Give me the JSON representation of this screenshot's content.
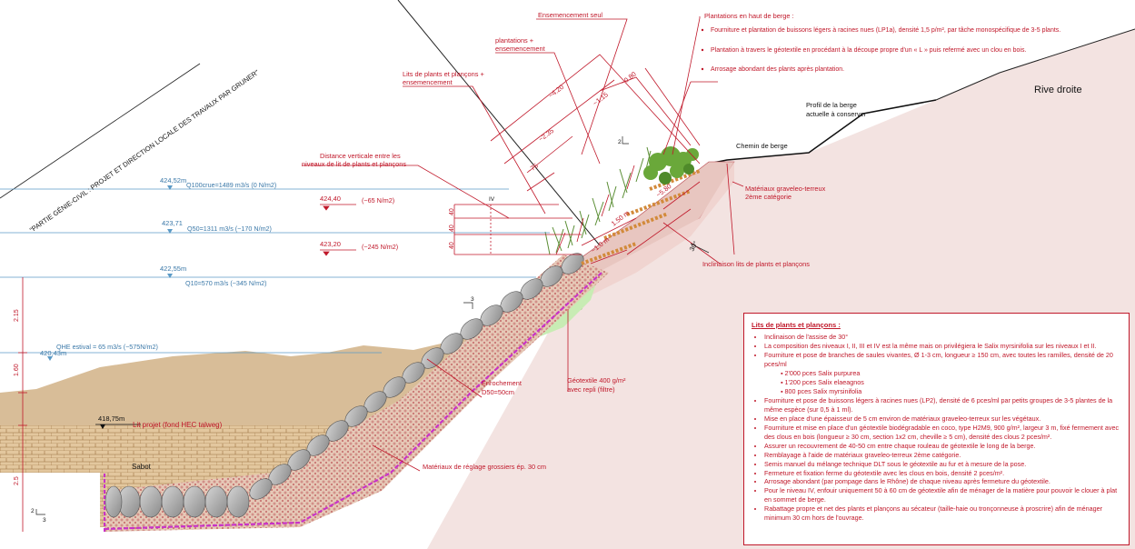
{
  "titles": {
    "diagonal": "\"PARTIE GÉNIE-CIVIL : PROJET ET DIRECTION LOCALE DES TRAVAUX PAR GRUNER\"",
    "rive": "Rive droite"
  },
  "water_levels": [
    {
      "elev": "424,52m",
      "label": "Q100crue=1489 m3/s (0 N/m2)"
    },
    {
      "elev": "423,71",
      "label": "Q50=1311 m3/s (~170 N/m2)"
    },
    {
      "elev": "422,55m",
      "label": "Q10=570 m3/s (~345 N/m2)"
    },
    {
      "elev": "420,43m",
      "label": "QHE estival = 65 m3/s (~575N/m2)"
    }
  ],
  "level_marks": [
    {
      "elev": "424,40",
      "label": "(~65 N/m2)"
    },
    {
      "elev": "423,20",
      "label": "(~245 N/m2)"
    }
  ],
  "bed": {
    "elev": "418,75m",
    "label": "Lit projet (fond HEC talweg)"
  },
  "callouts": {
    "ensemencement_seul": "Ensemencement seul",
    "plantations_ens_1": "plantations +",
    "plantations_ens_2": "ensemencement",
    "lits_ens_1": "Lits de plants et plançons +",
    "lits_ens_2": "ensemencement",
    "distance_1": "Distance verticale entre les",
    "distance_2": "niveaux de lit de plants et plançons",
    "profil_1": "Profil de la berge",
    "profil_2": "actuelle à conserver",
    "chemin": "Chemin de berge",
    "materiaux_gravelo_1": "Matériaux graveleo-terreux",
    "materiaux_gravelo_2": "2ème catégorie",
    "inclinaison": "Inclinaison lits de plants et plançons",
    "angle": "30°",
    "enrochement_1": "Enrochement",
    "enrochement_2": "D50=50cm",
    "geotextile_1": "Géotextile 400 g/m²",
    "geotextile_2": "avec repli (filtre)",
    "reglage": "Matériaux de réglage grossiers ép. 30 cm",
    "sabot": "Sabot"
  },
  "plantation_box": {
    "title": "Plantations en haut de berge :",
    "items": [
      "Fourniture et plantation de buissons légers à racines nues (LP1a), densité 1,5 p/m², par tâche monospécifique de 3-5 plants.",
      "Plantation à travers le géotextile en procédant à la découpe propre d'un « L » puis refermé avec un clou en bois.",
      "Arrosage abondant des plants après plantation."
    ]
  },
  "dimensions": {
    "d420": "~4.20",
    "d115": "~1.15",
    "d080": "~0.80",
    "d235": "~2.35",
    "d075": "~75",
    "d150": "1.50 m",
    "d100": "~1.0 m",
    "d580": "~5.80",
    "v40a": "40",
    "v40b": "40",
    "v40c": "40",
    "v215": "2.15",
    "v160": "1.60",
    "v25": "2.5",
    "slope2": "2",
    "slope3": "3",
    "roman_iv": "IV"
  },
  "notes": {
    "title": "Lits de plants et plançons :",
    "items": [
      "Inclinaison de l'assise de 30°",
      "La composition des niveaux I, II, III et IV est la même mais on privilégiera le Salix myrsinifolia sur les niveaux I et II.",
      "Fourniture et pose de branches de saules vivantes, Ø 1-3 cm, longueur ≥ 150 cm, avec toutes les ramilles, densité de 20 pces/ml"
    ],
    "species": [
      "2'000 pces Salix purpurea",
      "1'200 pces Salix elaeagnos",
      "800 pces Salix myrsinifolia"
    ],
    "items2": [
      "Fourniture et pose de buissons légers à racines nues (LP2), densité de 6 pces/ml par petits groupes de 3-5 plantes de la même espèce (sur 0,5 à 1 ml).",
      "Mise en place d'une épaisseur de 5 cm environ de matériaux graveleo-terreux sur les végétaux.",
      "Fourniture et mise en place d'un géotextile biodégradable en coco, type H2M9, 900 g/m², largeur 3 m, fixé fermement avec des clous en bois (longueur ≥ 30 cm, section 1x2 cm, cheville ≥ 5 cm), densité des clous 2 pces/m².",
      "Assurer un recouvrement de 40-50 cm entre chaque rouleau de géotextile le long de la berge.",
      "Remblayage à l'aide de matériaux graveleo-terreux 2ème catégorie.",
      "Semis manuel du mélange technique DLT sous le géotextile au fur et à mesure de la pose.",
      "Fermeture et fixation ferme du géotextile avec les clous en bois, densité 2 pces/m².",
      "Arrosage abondant (par pompage dans le Rhône) de chaque niveau après fermeture du géotextile.",
      "Pour le niveau IV, enfouir uniquement 50 à 60 cm de géotextile afin de ménager de la matière pour pouvoir le clouer à plat en sommet de berge.",
      "Rabattage propre et net des plants et plançons au sécateur (taille-haie ou tronçonneuse à proscrire) afin de ménager minimum 30 cm hors de l'ouvrage."
    ]
  },
  "colors": {
    "red": "#c0182a",
    "water": "#3a78a8",
    "soil": "#d8bd98",
    "ground": "#f3e3e1",
    "green": "#7fb24a",
    "rock": "#a9a9a9",
    "geotex": "#c832c8"
  }
}
